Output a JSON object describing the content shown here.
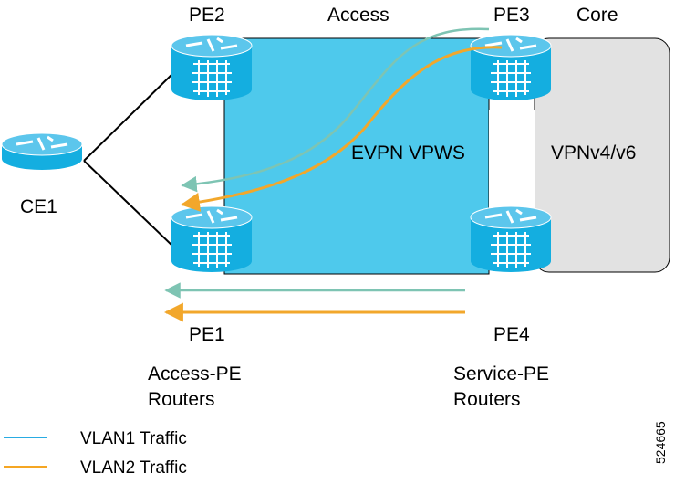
{
  "labels": {
    "pe2": "PE2",
    "access": "Access",
    "pe3": "PE3",
    "core": "Core",
    "ce1": "CE1",
    "evpn": "EVPN VPWS",
    "vpn": "VPNv4/v6",
    "pe1": "PE1",
    "pe4": "PE4",
    "access_pe_line1": "Access-PE",
    "access_pe_line2": "Routers",
    "service_pe_line1": "Service-PE",
    "service_pe_line2": "Routers",
    "figure_id": "524665"
  },
  "legend": [
    {
      "label": "VLAN1 Traffic",
      "color": "#29abe2"
    },
    {
      "label": "VLAN2 Traffic",
      "color": "#f5a623"
    }
  ],
  "colors": {
    "access_region": "#4ec9ec",
    "core_region": "#e2e2e2",
    "router_body": "#14aee0",
    "router_dark": "#0a8dbb",
    "vlan1_arrow": "#7ec4b3",
    "vlan2_arrow": "#f2a72b",
    "link": "#000000"
  },
  "icons": [
    "router-icon"
  ]
}
